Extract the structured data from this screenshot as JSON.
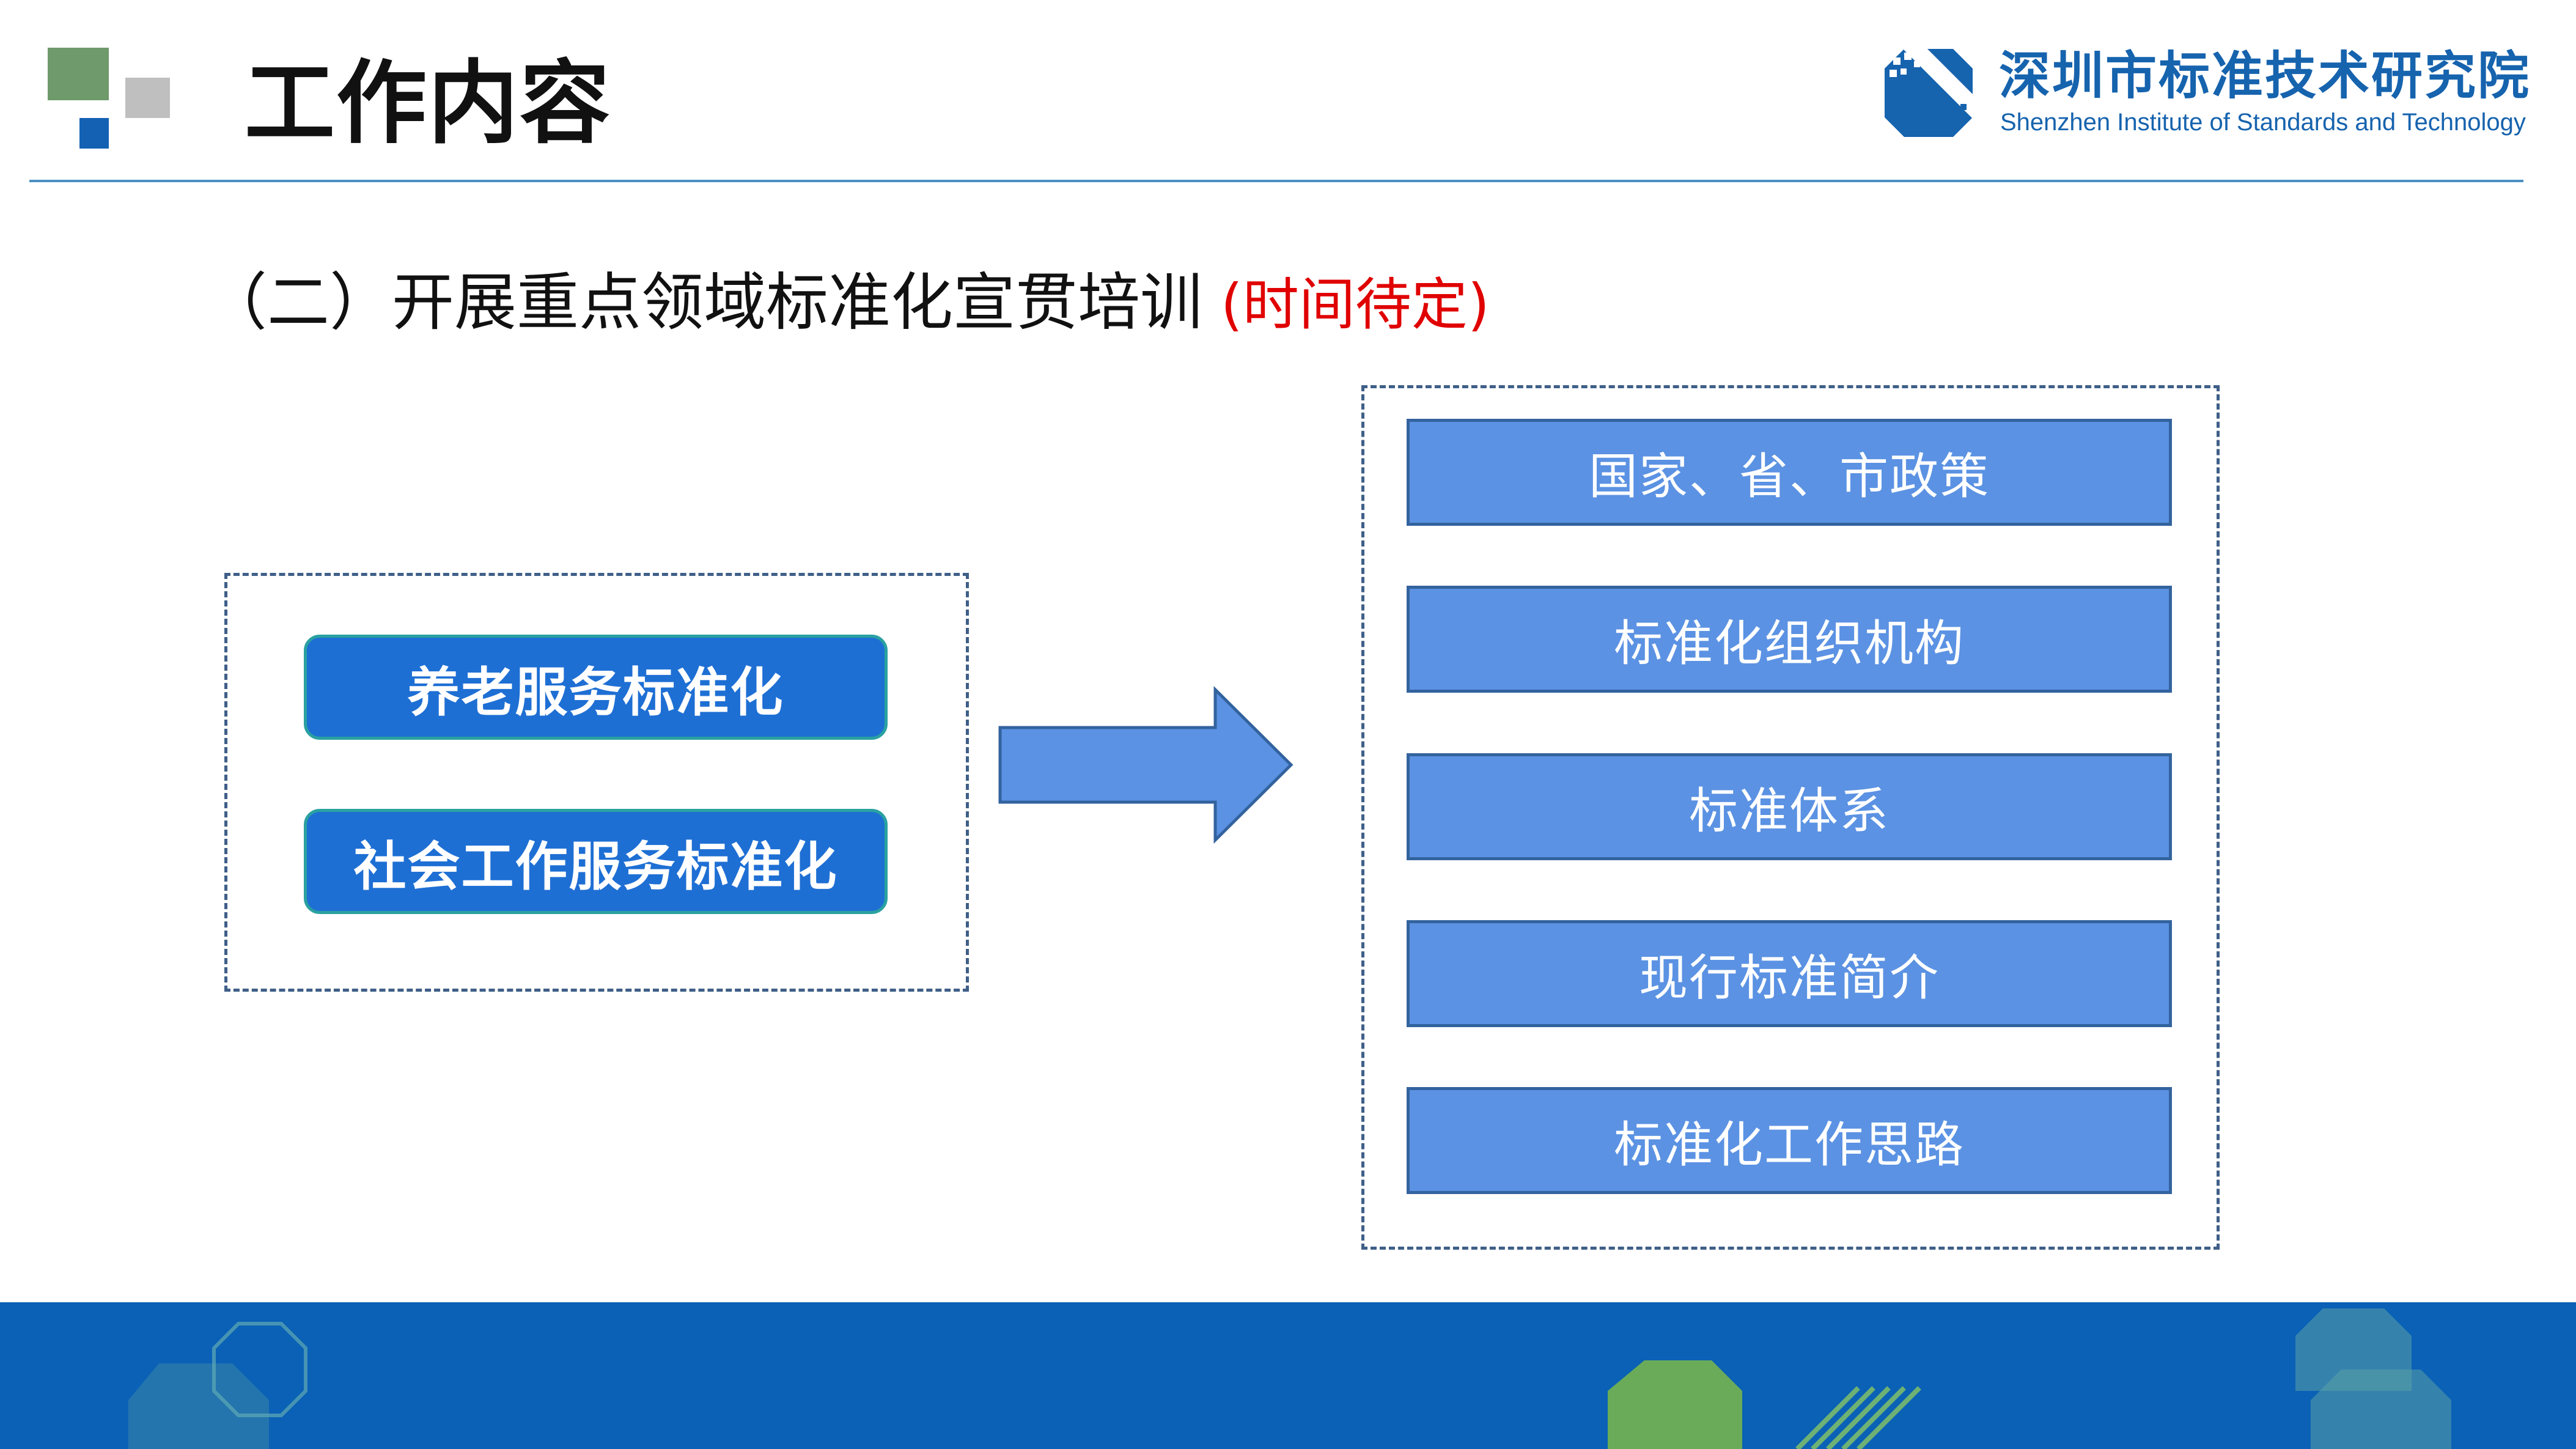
{
  "header": {
    "title": "工作内容",
    "accent_colors": {
      "green_square": "#6f9a6b",
      "gray_square": "#bfbfbf",
      "blue_square": "#1461b4",
      "rule": "#4a8fc2"
    }
  },
  "logo": {
    "name_cn": "深圳市标准技术研究院",
    "name_en": "Shenzhen Institute of Standards and Technology",
    "icon": "institute-logo-icon",
    "color": "#1663ae"
  },
  "section": {
    "heading": "（二）开展重点领域标准化宣贯培训",
    "note": "(时间待定)",
    "note_color": "#e00000"
  },
  "diagram": {
    "source_topics": [
      "养老服务标准化",
      "社会工作服务标准化"
    ],
    "arrow_icon": "right-arrow-icon",
    "training_items": [
      "国家、省、市政策",
      "标准化组织机构",
      "标准体系",
      "现行标准简介",
      "标准化工作思路"
    ],
    "colors": {
      "topic_fill": "#1e6fd4",
      "topic_border": "#2aa1a0",
      "item_fill": "#5b92e3",
      "item_border": "#33639e",
      "arrow_fill": "#5b92e3",
      "dashed_border": "#3f5f88"
    }
  },
  "footer": {
    "band_color": "#0a61b5"
  }
}
